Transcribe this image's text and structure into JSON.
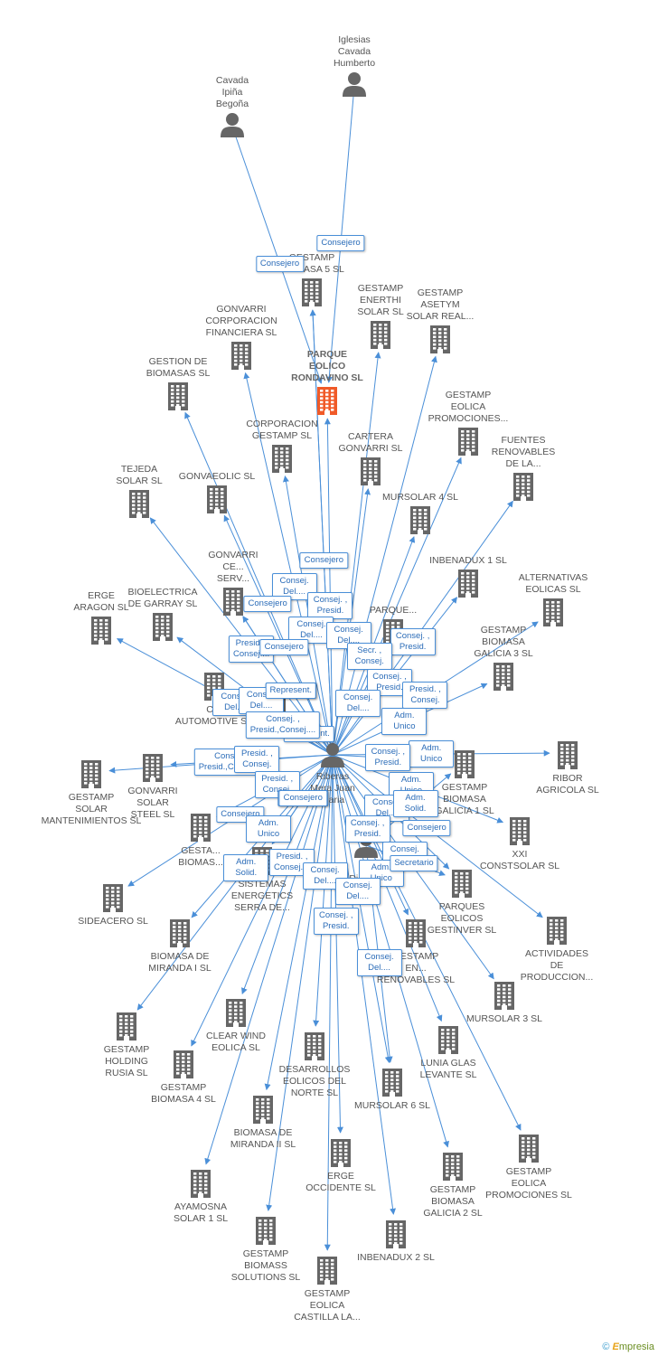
{
  "brand": {
    "copyright": "©",
    "name_initial": "E",
    "name_rest": "mpresia"
  },
  "colors": {
    "edge": "#4a8fd8",
    "building": "#666666",
    "focus_building": "#f05a28",
    "person": "#666666"
  },
  "nodes": [
    {
      "id": "iglesias",
      "type": "person",
      "label": "Iglesias\nCavada\nHumberto"
    },
    {
      "id": "cavada",
      "type": "person",
      "label": "Cavada\nIpiña\nBegoña"
    },
    {
      "id": "riberas",
      "type": "person",
      "label": "Riberas\nMera Juan\nMaria"
    },
    {
      "id": "dionisio",
      "type": "person",
      "label": "F...\nDionisio"
    },
    {
      "id": "parque_eolico",
      "type": "focus",
      "label": "PARQUE\nEOLICO\nRONDAVINO SL"
    },
    {
      "id": "gestamp_biomasa5",
      "type": "company",
      "label": "GESTAMP\nBIOMASA 5 SL"
    },
    {
      "id": "gonvarri_corp_fin",
      "type": "company",
      "label": "GONVARRI\nCORPORACION\nFINANCIERA SL"
    },
    {
      "id": "gestamp_enerthi",
      "type": "company",
      "label": "GESTAMP\nENERTHI\nSOLAR SL"
    },
    {
      "id": "gestamp_asetym",
      "type": "company",
      "label": "GESTAMP\nASETYM\nSOLAR REAL..."
    },
    {
      "id": "gestion_biomasas",
      "type": "company",
      "label": "GESTION DE\nBIOMASAS SL"
    },
    {
      "id": "gestamp_eolica_promo1",
      "type": "company",
      "label": "GESTAMP\nEOLICA\nPROMOCIONES..."
    },
    {
      "id": "corporacion_gestamp",
      "type": "company",
      "label": "CORPORACION\nGESTAMP SL"
    },
    {
      "id": "cartera_gonvarri",
      "type": "company",
      "label": "CARTERA\nGONVARRI SL"
    },
    {
      "id": "fuentes_renovables",
      "type": "company",
      "label": "FUENTES\nRENOVABLES\nDE LA..."
    },
    {
      "id": "tejeda_solar",
      "type": "company",
      "label": "TEJEDA\nSOLAR  SL"
    },
    {
      "id": "gonvaeolic",
      "type": "company",
      "label": "GONVAEOLIC SL"
    },
    {
      "id": "mursolar4",
      "type": "company",
      "label": "MURSOLAR 4 SL"
    },
    {
      "id": "inbenadux1",
      "type": "company",
      "label": "INBENADUX 1 SL"
    },
    {
      "id": "alternativas_eolicas",
      "type": "company",
      "label": "ALTERNATIVAS\nEOLICAS SL"
    },
    {
      "id": "gonvarri_centros",
      "type": "company",
      "label": "GONVARRI\nCE...\nSERV..."
    },
    {
      "id": "erge_aragon",
      "type": "company",
      "label": "ERGE\nARAGON SL"
    },
    {
      "id": "bioelectrica_garray",
      "type": "company",
      "label": "BIOELECTRICA\nDE GARRAY SL"
    },
    {
      "id": "parque_gen",
      "type": "company",
      "label": "PARQUE..."
    },
    {
      "id": "gestamp_biomasa_galicia3",
      "type": "company",
      "label": "GESTAMP\nBIOMASA\nGALICIA 3 SL"
    },
    {
      "id": "cie_automotive",
      "type": "company",
      "label": "CIE\nAUTOMOTIVE SA"
    },
    {
      "id": "sistemas_gen",
      "type": "company",
      "label": "SISTEM..."
    },
    {
      "id": "ribor_agricola",
      "type": "company",
      "label": "RIBOR\nAGRICOLA  SL"
    },
    {
      "id": "gestamp_solar_mant",
      "type": "company",
      "label": "GESTAMP\nSOLAR\nMANTENIMIENTOS SL"
    },
    {
      "id": "gonvarri_solar_steel",
      "type": "company",
      "label": "GONVARRI\nSOLAR\nSTEEL SL"
    },
    {
      "id": "gestamp_biomasa_galicia1",
      "type": "company",
      "label": "GESTAMP\nBIOMASA\nGALICIA 1 SL"
    },
    {
      "id": "gestamp_biomass_gen",
      "type": "company",
      "label": "GESTA...\nBIOMAS..."
    },
    {
      "id": "xxi_constsolar",
      "type": "company",
      "label": "XXI\nCONSTSOLAR SL"
    },
    {
      "id": "sistemas_energeticos",
      "type": "company",
      "label": "SISTEMAS\nENERGETICS\nSERRA DE..."
    },
    {
      "id": "sideacero",
      "type": "company",
      "label": "SIDEACERO SL"
    },
    {
      "id": "parques_eolicos_gestinver",
      "type": "company",
      "label": "PARQUES\nEOLICOS\nGESTINVER SL"
    },
    {
      "id": "actividades_produccion",
      "type": "company",
      "label": "ACTIVIDADES\nDE\nPRODUCCION..."
    },
    {
      "id": "biomasa_miranda1",
      "type": "company",
      "label": "BIOMASA DE\nMIRANDA I  SL"
    },
    {
      "id": "gestamp_energias",
      "type": "company",
      "label": "GESTAMP\nEN...\nRENOVABLES SL"
    },
    {
      "id": "mursolar3",
      "type": "company",
      "label": "MURSOLAR 3 SL"
    },
    {
      "id": "gestamp_holding_rusia",
      "type": "company",
      "label": "GESTAMP\nHOLDING\nRUSIA SL"
    },
    {
      "id": "clear_wind",
      "type": "company",
      "label": "CLEAR WIND\nEOLICA SL"
    },
    {
      "id": "lunia_glas",
      "type": "company",
      "label": "LUNIA GLAS\nLEVANTE SL"
    },
    {
      "id": "gestamp_biomasa4",
      "type": "company",
      "label": "GESTAMP\nBIOMASA 4 SL"
    },
    {
      "id": "desarrollos_eolicos",
      "type": "company",
      "label": "DESARROLLOS\nEOLICOS DEL\nNORTE SL"
    },
    {
      "id": "mursolar6",
      "type": "company",
      "label": "MURSOLAR 6 SL"
    },
    {
      "id": "biomasa_miranda2",
      "type": "company",
      "label": "BIOMASA DE\nMIRANDA II  SL"
    },
    {
      "id": "gestamp_eolica_promo2",
      "type": "company",
      "label": "GESTAMP\nEOLICA\nPROMOCIONES SL"
    },
    {
      "id": "erge_occidente",
      "type": "company",
      "label": "ERGE\nOCCIDENTE SL"
    },
    {
      "id": "gestamp_biomasa_galicia2",
      "type": "company",
      "label": "GESTAMP\nBIOMASA\nGALICIA 2 SL"
    },
    {
      "id": "ayamosna_solar",
      "type": "company",
      "label": "AYAMOSNA\nSOLAR 1 SL"
    },
    {
      "id": "gestamp_biomass_solutions",
      "type": "company",
      "label": "GESTAMP\nBIOMASS\nSOLUTIONS  SL"
    },
    {
      "id": "inbenadux2",
      "type": "company",
      "label": "INBENADUX 2 SL"
    },
    {
      "id": "gestamp_eolica_castilla",
      "type": "company",
      "label": "GESTAMP\nEOLICA\nCASTILLA LA..."
    }
  ],
  "edges": [
    {
      "from": "cavada",
      "to": "parque_eolico",
      "label": "Consejero"
    },
    {
      "from": "iglesias",
      "to": "parque_eolico",
      "label": "Consejero"
    },
    {
      "from": "riberas",
      "to": "gestamp_biomasa5",
      "label": ""
    },
    {
      "from": "riberas",
      "to": "gonvarri_corp_fin",
      "label": "Consej.\nDel...."
    },
    {
      "from": "riberas",
      "to": "gestamp_enerthi",
      "label": ""
    },
    {
      "from": "riberas",
      "to": "gestamp_asetym",
      "label": ""
    },
    {
      "from": "riberas",
      "to": "gestion_biomasas",
      "label": "Consejero"
    },
    {
      "from": "riberas",
      "to": "parque_eolico",
      "label": "Consej. ,\nPresid."
    },
    {
      "from": "riberas",
      "to": "gestamp_eolica_promo1",
      "label": ""
    },
    {
      "from": "riberas",
      "to": "corporacion_gestamp",
      "label": "Consej.\nDel...."
    },
    {
      "from": "riberas",
      "to": "cartera_gonvarri",
      "label": "Consej.\nDel...."
    },
    {
      "from": "riberas",
      "to": "fuentes_renovables",
      "label": "Consej. ,\nPresid."
    },
    {
      "from": "riberas",
      "to": "tejeda_solar",
      "label": "Presid. ,\nConsej...."
    },
    {
      "from": "riberas",
      "to": "gonvaeolic",
      "label": "Consejero"
    },
    {
      "from": "riberas",
      "to": "mursolar4",
      "label": "Secr. ,\nConsej."
    },
    {
      "from": "riberas",
      "to": "inbenadux1",
      "label": "Consej. ,\nPresid."
    },
    {
      "from": "riberas",
      "to": "alternativas_eolicas",
      "label": "Presid. ,\nConsej."
    },
    {
      "from": "riberas",
      "to": "gonvarri_centros",
      "label": "Represent."
    },
    {
      "from": "riberas",
      "to": "erge_aragon",
      "label": "Consej.\nDel...."
    },
    {
      "from": "riberas",
      "to": "bioelectrica_garray",
      "label": "Consej.\nDel...."
    },
    {
      "from": "riberas",
      "to": "parque_gen",
      "label": "Consej.\nDel...."
    },
    {
      "from": "riberas",
      "to": "gestamp_biomasa_galicia3",
      "label": "Adm.\nUnico"
    },
    {
      "from": "riberas",
      "to": "cie_automotive",
      "label": "Consejero"
    },
    {
      "from": "riberas",
      "to": "sistemas_gen",
      "label": "Represent."
    },
    {
      "from": "riberas",
      "to": "ribor_agricola",
      "label": "Adm.\nUnico"
    },
    {
      "from": "riberas",
      "to": "gestamp_solar_mant",
      "label": "Consej. ,\nPresid.,Consej...."
    },
    {
      "from": "riberas",
      "to": "gonvarri_solar_steel",
      "label": "Presid. ,\nConsej."
    },
    {
      "from": "riberas",
      "to": "gestamp_biomasa_galicia1",
      "label": "Consej. ,\nPresid."
    },
    {
      "from": "riberas",
      "to": "gestamp_biomass_gen",
      "label": "Presid. ,\nConsej."
    },
    {
      "from": "riberas",
      "to": "xxi_constsolar",
      "label": "Adm.\nUnico"
    },
    {
      "from": "riberas",
      "to": "sistemas_energeticos",
      "label": "Presidente"
    },
    {
      "from": "riberas",
      "to": "sideacero",
      "label": "Consejero"
    },
    {
      "from": "riberas",
      "to": "parques_eolicos_gestinver",
      "label": "Consej.\nDel...."
    },
    {
      "from": "riberas",
      "to": "actividades_produccion",
      "label": "Consejero"
    },
    {
      "from": "riberas",
      "to": "biomasa_miranda1",
      "label": "Adm.\nUnico"
    },
    {
      "from": "riberas",
      "to": "gestamp_energias",
      "label": "Consej. ,\nPresid."
    },
    {
      "from": "riberas",
      "to": "mursolar3",
      "label": "Consej.\nDel...."
    },
    {
      "from": "riberas",
      "to": "gestamp_holding_rusia",
      "label": "Adm.\nSolid."
    },
    {
      "from": "riberas",
      "to": "clear_wind",
      "label": "Presid. ,\nConsej...."
    },
    {
      "from": "riberas",
      "to": "lunia_glas",
      "label": "Adm.\nUnico"
    },
    {
      "from": "riberas",
      "to": "gestamp_biomasa4",
      "label": ""
    },
    {
      "from": "riberas",
      "to": "desarrollos_eolicos",
      "label": "Consej.\nDel...."
    },
    {
      "from": "riberas",
      "to": "mursolar6",
      "label": "Consej.\nDel...."
    },
    {
      "from": "riberas",
      "to": "biomasa_miranda2",
      "label": ""
    },
    {
      "from": "riberas",
      "to": "gestamp_eolica_promo2",
      "label": ""
    },
    {
      "from": "riberas",
      "to": "erge_occidente",
      "label": "Consej. ,\nPresid."
    },
    {
      "from": "riberas",
      "to": "gestamp_biomasa_galicia2",
      "label": ""
    },
    {
      "from": "riberas",
      "to": "ayamosna_solar",
      "label": ""
    },
    {
      "from": "riberas",
      "to": "gestamp_biomass_solutions",
      "label": ""
    },
    {
      "from": "riberas",
      "to": "inbenadux2",
      "label": ""
    },
    {
      "from": "riberas",
      "to": "gestamp_eolica_castilla",
      "label": ""
    },
    {
      "from": "dionisio",
      "to": "gestamp_biomasa_galicia1",
      "label": "Adm.\nSolid."
    },
    {
      "from": "dionisio",
      "to": "parques_eolicos_gestinver",
      "label": "Secretario"
    },
    {
      "from": "dionisio",
      "to": "mursolar6",
      "label": "Consej.\nDel...."
    },
    {
      "from": "riberas",
      "to": "gestamp_biomasa5",
      "label": "Consejero"
    },
    {
      "from": "riberas",
      "to": "gonvarri_centros",
      "label": "Represent."
    },
    {
      "from": "riberas",
      "to": "cie_automotive",
      "label": "Consej. ,\nPresid.,Consej...."
    },
    {
      "from": "riberas",
      "to": "sistemas_energeticos",
      "label": "Consejero"
    }
  ]
}
